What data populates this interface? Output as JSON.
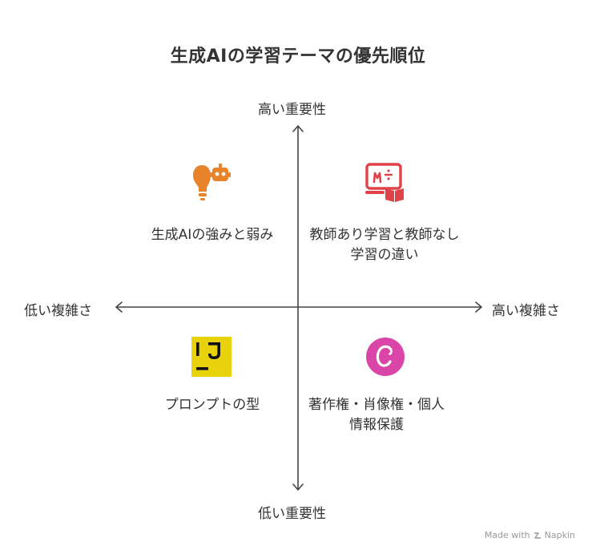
{
  "title": "生成AIの学習テーマの優先順位",
  "axes": {
    "y_top": "高い重要性",
    "y_bottom": "低い重要性",
    "x_left": "低い複雑さ",
    "x_right": "高い複雑さ"
  },
  "quadrants": {
    "top_left": {
      "label": "生成AIの強みと弱み",
      "icon": "robot-lightbulb-icon",
      "color": "#e8832a"
    },
    "top_right": {
      "label": "教師あり学習と教師なし学習の違い",
      "icon": "teaching-board-icon",
      "color": "#e0424a"
    },
    "bottom_left": {
      "label": "プロンプトの型",
      "icon": "ij-logo-icon",
      "color": "#e8d20c"
    },
    "bottom_right": {
      "label": "著作権・肖像権・個人情報保護",
      "icon": "copyright-c-icon",
      "color": "#d946a8"
    }
  },
  "colors": {
    "axis": "#444444",
    "text": "#333333"
  },
  "footer": {
    "made_with": "Made with",
    "brand": "Napkin"
  }
}
